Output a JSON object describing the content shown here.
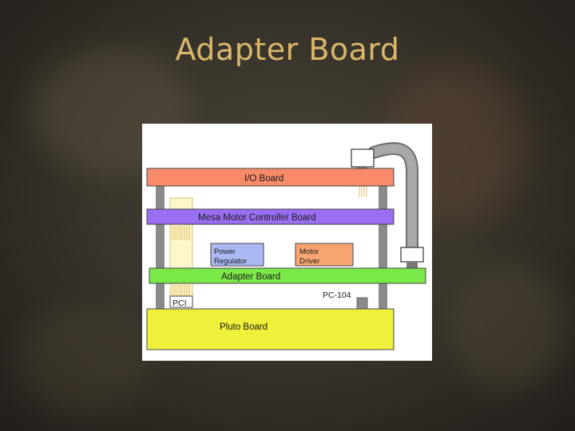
{
  "slide": {
    "title": "Adapter Board"
  },
  "diagram": {
    "io_board": "I/O Board",
    "mesa_board": "Mesa Motor Controller Board",
    "power_regulator": [
      "Power",
      "Regulator"
    ],
    "motor_driver": [
      "Motor",
      "Driver"
    ],
    "adapter_board": "Adapter Board",
    "pci": "PCI",
    "pc104": "PC-104",
    "pluto_board": "Pluto Board",
    "colors": {
      "io_board": "#f98b6a",
      "mesa_board": "#9a6ef2",
      "power_regulator": "#aab8f3",
      "motor_driver": "#f9a572",
      "adapter_board": "#7be84a",
      "pluto_board": "#eef03a",
      "connector": "#fff6cc",
      "post": "#8a8a8a",
      "cable": "#a9a9a9",
      "title": "#d9b86a"
    }
  }
}
